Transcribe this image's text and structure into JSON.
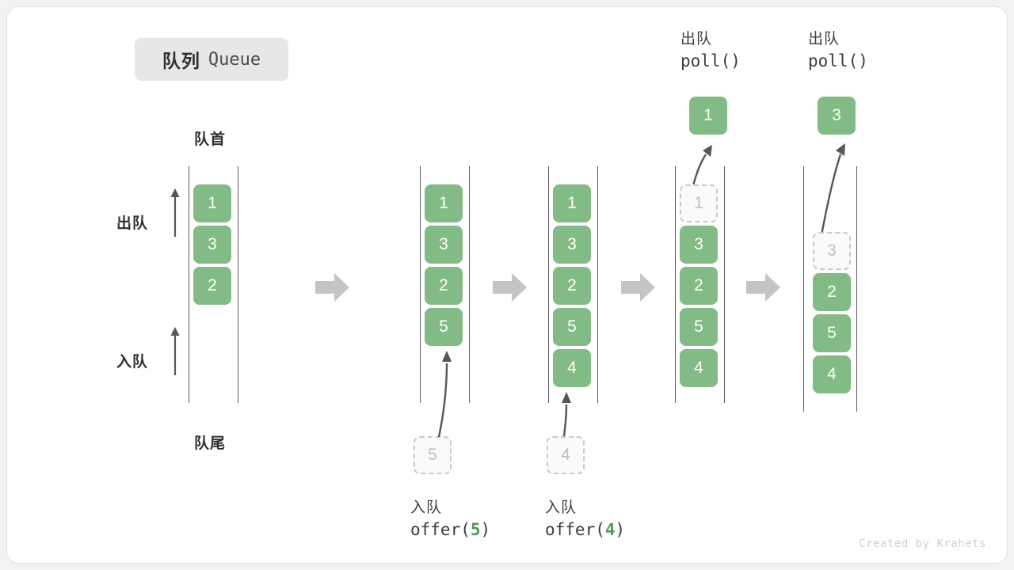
{
  "title": {
    "cn": "队列",
    "en": "Queue"
  },
  "labels": {
    "head": "队首",
    "tail": "队尾",
    "dequeue": "出队",
    "enqueue": "入队"
  },
  "operations": [
    {
      "cn": "入队",
      "fn": "offer(",
      "arg": "5",
      "close": ")"
    },
    {
      "cn": "入队",
      "fn": "offer(",
      "arg": "4",
      "close": ")"
    },
    {
      "cn": "出队",
      "fn": "poll()",
      "arg": "",
      "close": ""
    },
    {
      "cn": "出队",
      "fn": "poll()",
      "arg": "",
      "close": ""
    }
  ],
  "colors": {
    "box_green": "#82bb86",
    "ghost_border": "#c9c9c9",
    "ghost_text": "#bfbfbf",
    "rail": "#5a5a5a",
    "step_arrow": "#c4c4c4",
    "accent_green": "#4f9a58"
  },
  "columns": [
    {
      "name": "initial-queue",
      "items": [
        "1",
        "3",
        "2"
      ],
      "ghost_slot": null,
      "incoming": null,
      "popped": null
    },
    {
      "name": "after-offer-5",
      "items": [
        "1",
        "3",
        "2",
        "5"
      ],
      "ghost_slot": null,
      "incoming": "5",
      "popped": null
    },
    {
      "name": "after-offer-4",
      "items": [
        "1",
        "3",
        "2",
        "5",
        "4"
      ],
      "ghost_slot": null,
      "incoming": "4",
      "popped": null
    },
    {
      "name": "after-poll-1",
      "items": [
        "1",
        "3",
        "2",
        "5",
        "4"
      ],
      "ghost_slot": 0,
      "incoming": null,
      "popped": "1"
    },
    {
      "name": "after-poll-3",
      "items": [
        "",
        "3",
        "2",
        "5",
        "4"
      ],
      "ghost_slot": 1,
      "incoming": null,
      "popped": "3"
    }
  ],
  "watermark": "Created by Krahets"
}
